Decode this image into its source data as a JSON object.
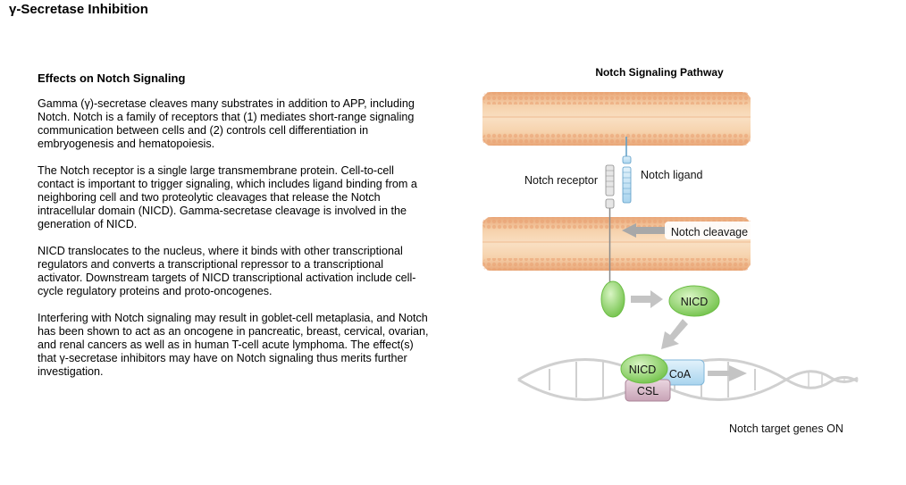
{
  "page": {
    "title": "γ-Secretase Inhibition"
  },
  "article": {
    "heading": "Effects on Notch Signaling",
    "paragraphs": [
      "Gamma (γ)-secretase cleaves many substrates in addition to APP, including Notch. Notch is a family of receptors that (1) mediates short-range signaling communication between cells and (2) controls cell differentiation in embryogenesis and hematopoiesis.",
      "The Notch receptor is a single large transmembrane protein. Cell-to-cell contact is important to trigger signaling, which includes ligand binding from a neighboring cell and two proteolytic cleavages that release the Notch intracellular domain (NICD). Gamma-secretase cleavage is involved in the generation of NICD.",
      "NICD translocates to the nucleus, where it binds with other transcriptional regulators and converts a transcriptional repressor to a transcriptional activator. Downstream targets of NICD transcriptional activation include cell-cycle regulatory proteins and proto-oncogenes.",
      "Interfering with Notch signaling may result in goblet-cell metaplasia, and Notch has been shown to act as an oncogene in pancreatic, breast, cervical, ovarian, and renal cancers as well as in human T-cell acute lymphoma. The effect(s) that γ-secretase inhibitors may have on Notch signaling thus merits further investigation."
    ]
  },
  "diagram": {
    "title": "Notch Signaling Pathway",
    "labels": {
      "notch_receptor": "Notch receptor",
      "notch_ligand": "Notch ligand",
      "notch_cleavage": "Notch cleavage",
      "nicd_free": "NICD",
      "nicd_complex": "NICD",
      "coa": "CoA",
      "csl": "CSL",
      "target_genes": "Notch target genes ON"
    },
    "colors": {
      "membrane": "#f2c9a0",
      "membrane_head": "#e6a97a",
      "nicd_green": "#8fd36a",
      "coa_blue": "#bfe0f2",
      "csl_mauve": "#d8b8c8",
      "arrow_gray": "#c4c4c4",
      "ligand_blue": "#a9d1ea"
    }
  }
}
